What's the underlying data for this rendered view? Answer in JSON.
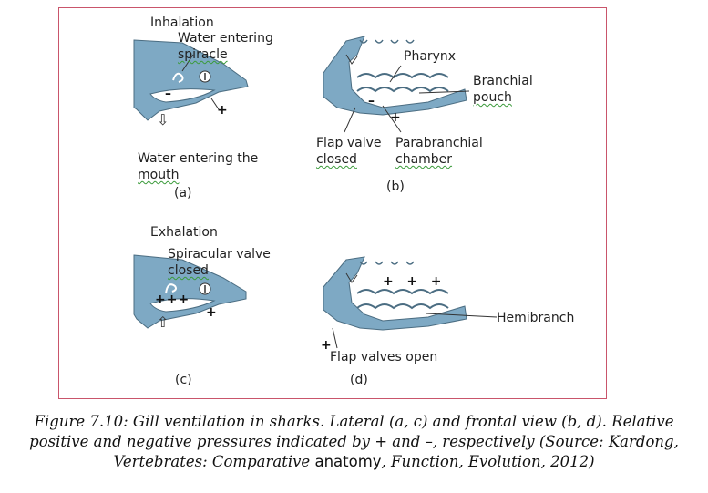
{
  "panels": {
    "a": {
      "heading": "Inhalation",
      "label_water_entering": "Water entering",
      "label_spiracle": "spiracle",
      "label_mouth_line1": "Water entering the",
      "label_mouth_line2": "mouth",
      "letter": "(a)",
      "minus_sign": "–",
      "plus_sign": "+"
    },
    "b": {
      "label_pharynx": "Pharynx",
      "label_branchial": "Branchial",
      "label_pouch": "pouch",
      "label_flap_valve": "Flap valve",
      "label_closed": "closed",
      "label_parabranchial": "Parabranchial",
      "label_chamber": "chamber",
      "letter": "(b)",
      "minus_sign": "–",
      "plus_sign": "+"
    },
    "c": {
      "heading": "Exhalation",
      "label_spiracular_valve": "Spiracular valve",
      "label_closed": "closed",
      "letter": "(c)",
      "plus_sign": "+",
      "plus_cluster": "+++"
    },
    "d": {
      "label_hemibranch": "Hemibranch",
      "label_flap_valves_open": "Flap valves open",
      "letter": "(d)",
      "plus_row": "+   +   +",
      "plus_sign": "+"
    }
  },
  "caption": {
    "line1": "Figure 7.10: Gill ventilation in sharks.  Lateral (a, c) and frontal view (b, d). Relative",
    "line2": "positive and negative pressures indicated by + and –, respectively (Source: Kardong,",
    "line3_before": "Vertebrates: Comparative ",
    "line3_plain": "anatomy",
    "line3_after": ", Function, Evolution, 2012)"
  },
  "colors": {
    "shark_fill": "#7ea9c4",
    "frame_border": "#c9556b",
    "wavy_underline": "#3a9a3a"
  }
}
